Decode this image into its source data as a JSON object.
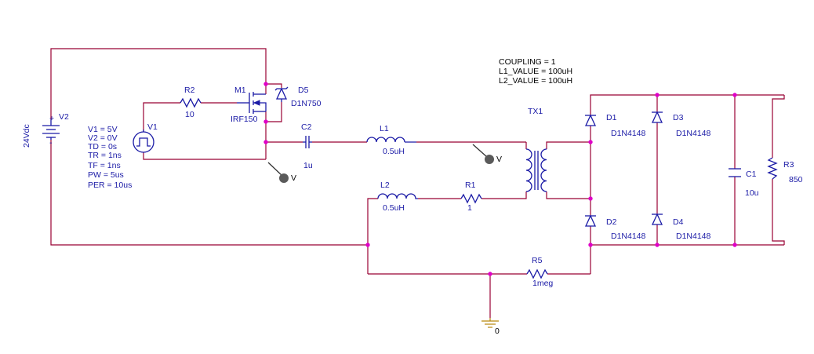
{
  "annotation": {
    "coupling": "COUPLING = 1",
    "l1_value": "L1_VALUE = 100uH",
    "l2_value": "L2_VALUE = 100uH"
  },
  "components": {
    "v2": {
      "ref": "V2",
      "value": "24Vdc"
    },
    "v1": {
      "ref": "V1",
      "params": [
        "V1 = 5V",
        "V2 = 0V",
        "TD = 0s",
        "TR = 1ns",
        "TF = 1ns",
        "PW = 5us",
        "PER = 10us"
      ]
    },
    "r2": {
      "ref": "R2",
      "value": "10"
    },
    "m1": {
      "ref": "M1",
      "value": "IRF150"
    },
    "d5": {
      "ref": "D5",
      "value": "D1N750"
    },
    "c2": {
      "ref": "C2",
      "value": "1u"
    },
    "l1": {
      "ref": "L1",
      "value": "0.5uH"
    },
    "l2": {
      "ref": "L2",
      "value": "0.5uH"
    },
    "r1": {
      "ref": "R1",
      "value": "1"
    },
    "tx1": {
      "ref": "TX1"
    },
    "d1": {
      "ref": "D1",
      "value": "D1N4148"
    },
    "d2": {
      "ref": "D2",
      "value": "D1N4148"
    },
    "d3": {
      "ref": "D3",
      "value": "D1N4148"
    },
    "d4": {
      "ref": "D4",
      "value": "D1N4148"
    },
    "c1": {
      "ref": "C1",
      "value": "10u"
    },
    "r3": {
      "ref": "R3",
      "value": "850"
    },
    "r5": {
      "ref": "R5",
      "value": "1meg"
    },
    "gnd": {
      "label": "0"
    }
  },
  "probes": [
    "V",
    "V"
  ],
  "polarity": {
    "plus": "+",
    "minus": "-"
  },
  "colors": {
    "wire": "#990033",
    "component": "#1a1aa6",
    "junction": "#e000c8",
    "ground": "#b8860b"
  }
}
